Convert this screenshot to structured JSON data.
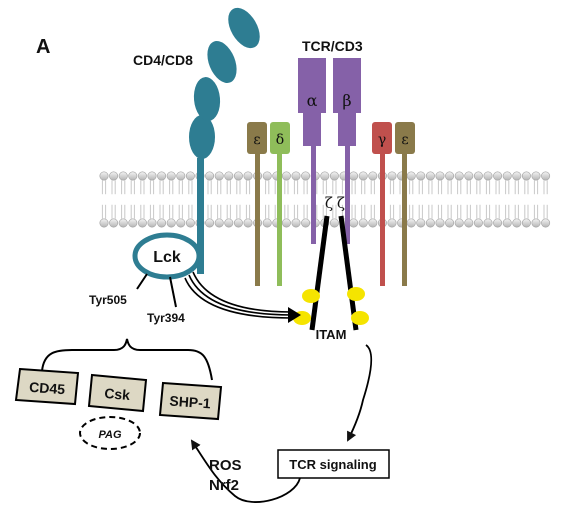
{
  "panel_letter": "A",
  "labels": {
    "coreceptor": "CD4/CD8",
    "tcr_complex": "TCR/CD3",
    "lck": "Lck",
    "tyr505": "Tyr505",
    "tyr394": "Tyr394",
    "itam": "ITAM",
    "tcr_signaling": "TCR signaling",
    "ros": "ROS",
    "nrf2": "Nrf2"
  },
  "chains": {
    "alpha": "α",
    "beta": "β",
    "epsilon_left": "ε",
    "delta": "δ",
    "gamma": "γ",
    "epsilon_right": "ε",
    "zeta_1": "ζ",
    "zeta_2": "ζ"
  },
  "regulators": {
    "cd45": "CD45",
    "csk": "Csk",
    "shp1": "SHP-1",
    "pag": "PAG"
  },
  "colors": {
    "cd4_teal": "#2e7d92",
    "tcr_purple": "#8561a8",
    "epsilon_olive": "#8a7a4a",
    "delta_green": "#8fbd5a",
    "gamma_red": "#c0504d",
    "itam_yellow": "#f5e400",
    "regulator_box": "#ddd8c4",
    "membrane_grey": "#bfbfbf"
  }
}
